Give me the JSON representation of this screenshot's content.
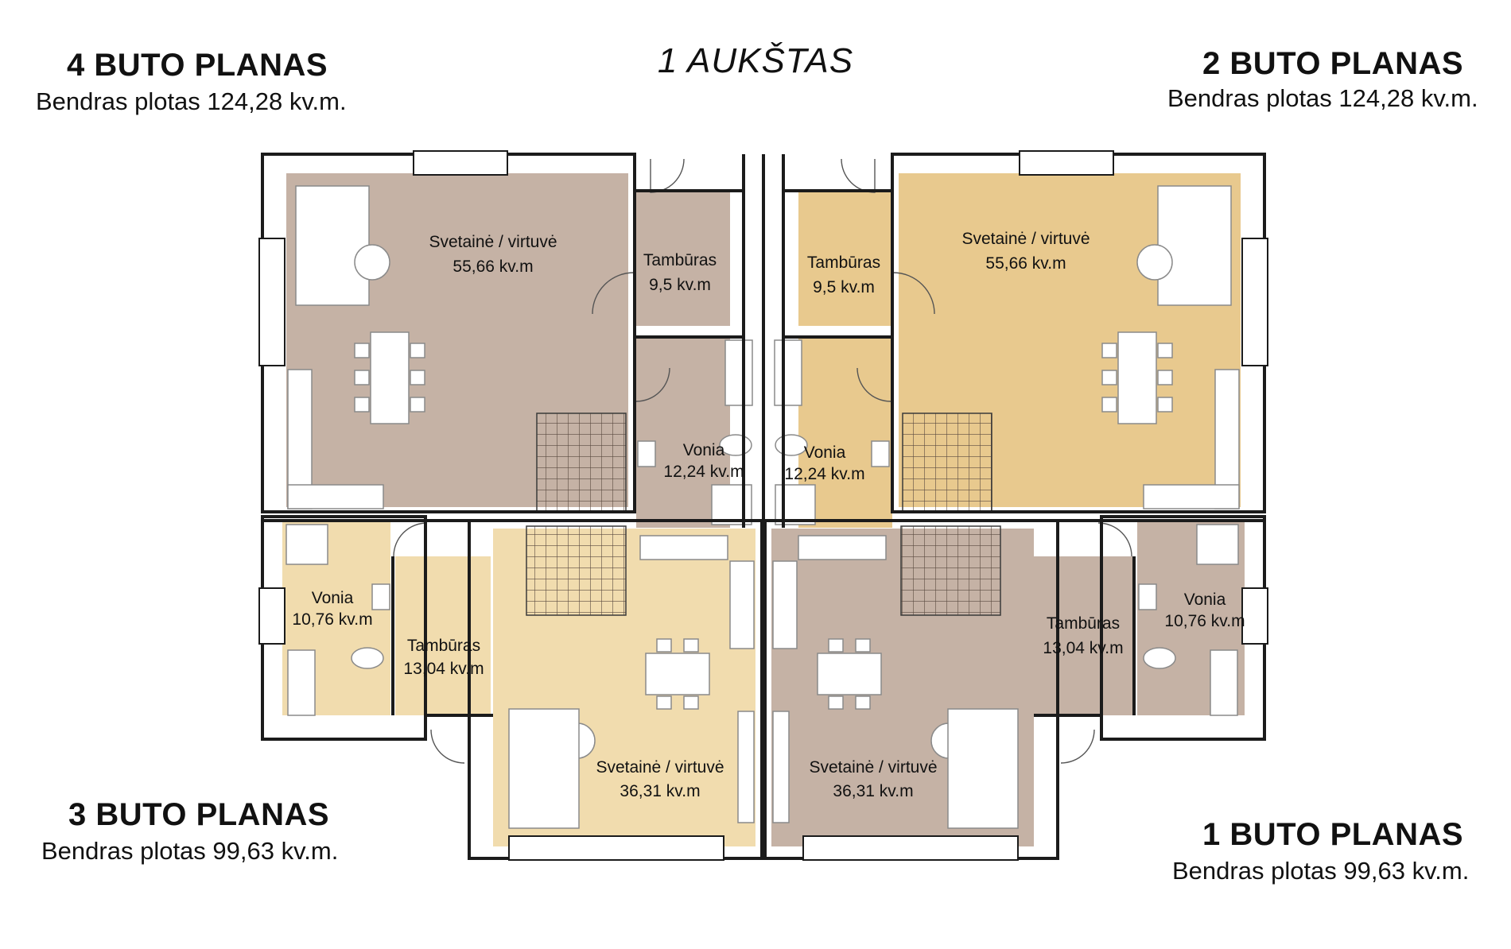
{
  "floor": {
    "title": "1 AUKŠTAS"
  },
  "apartments": {
    "apt4": {
      "title": "4 BUTO PLANAS",
      "area": "Bendras plotas 124,28 kv.m."
    },
    "apt2": {
      "title": "2 BUTO PLANAS",
      "area": "Bendras plotas 124,28 kv.m."
    },
    "apt3": {
      "title": "3 BUTO PLANAS",
      "area": "Bendras plotas 99,63 kv.m."
    },
    "apt1": {
      "title": "1 BUTO PLANAS",
      "area": "Bendras plotas 99,63 kv.m."
    }
  },
  "rooms": {
    "apt4": {
      "living_name": "Svetainė / virtuvė",
      "living_area": "55,66 kv.m",
      "vestibule_name": "Tambūras",
      "vestibule_area": "9,5 kv.m",
      "bath_name": "Vonia",
      "bath_area": "12,24 kv.m"
    },
    "apt2": {
      "living_name": "Svetainė / virtuvė",
      "living_area": "55,66 kv.m",
      "vestibule_name": "Tambūras",
      "vestibule_area": "9,5 kv.m",
      "bath_name": "Vonia",
      "bath_area": "12,24 kv.m"
    },
    "apt3": {
      "living_name": "Svetainė / virtuvė",
      "living_area": "36,31 kv.m",
      "vestibule_name": "Tambūras",
      "vestibule_area": "13,04 kv.m",
      "bath_name": "Vonia",
      "bath_area": "10,76 kv.m"
    },
    "apt1": {
      "living_name": "Svetainė / virtuvė",
      "living_area": "36,31 kv.m",
      "vestibule_name": "Tambūras",
      "vestibule_area": "13,04 kv.m",
      "bath_name": "Vonia",
      "bath_area": "10,76 kv.m"
    }
  },
  "colors": {
    "apt4_fill": "#c5b2a5",
    "apt2_fill": "#e8c98e",
    "apt3_fill": "#f1dcae",
    "apt1_fill": "#c5b2a5",
    "wall": "#1b1b1b",
    "furniture": "#ffffff"
  }
}
